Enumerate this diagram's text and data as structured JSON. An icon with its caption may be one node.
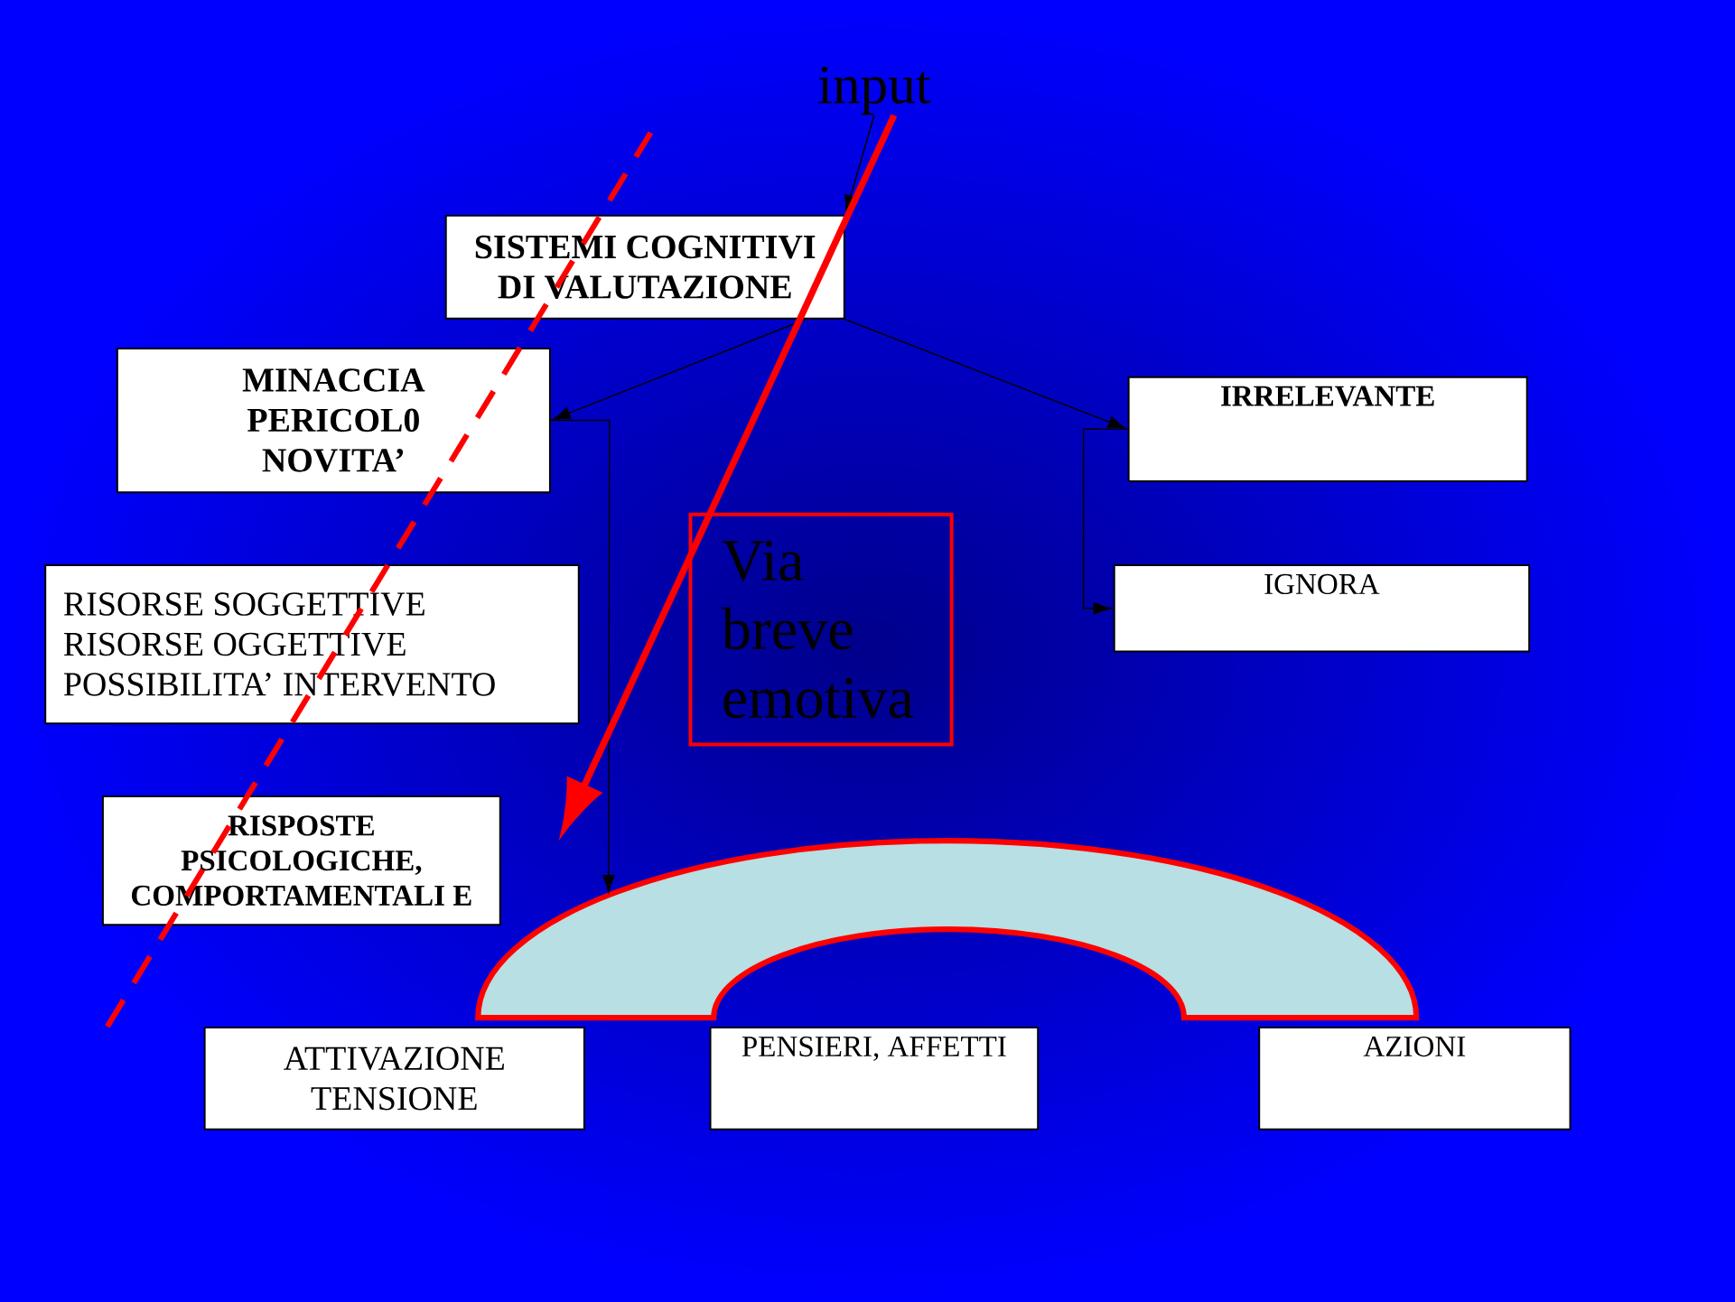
{
  "diagram": {
    "nodes": [
      {
        "text": [
          "input"
        ]
      },
      {
        "text": [
          "SISTEMI COGNITIVI DI VALUTAZIONE"
        ]
      },
      {
        "text": [
          "MINACCIA PERICOL0 NOVITA’"
        ]
      },
      {
        "text": [
          "IRRELEVANTE"
        ]
      },
      {
        "text": [
          "RISORSE SOGGETTIVE",
          "RISORSE OGGETTIVE",
          "POSSIBILITA’ INTERVENTO"
        ]
      },
      {
        "text": [
          "IGNORA"
        ]
      },
      {
        "text": [
          "Via breve emotiva"
        ]
      },
      {
        "text": [
          "RISPOSTE PSICOLOGICHE, COMPORTAMENTALI E"
        ]
      },
      {
        "text": [],
        "shape": "arch"
      },
      {
        "text": [
          "ATTIVAZIONE TENSIONE"
        ]
      },
      {
        "text": [
          "PENSIERI, AFFETTI"
        ]
      },
      {
        "text": [
          "AZIONI"
        ]
      }
    ],
    "edges": [
      {
        "from": 0,
        "to": 1,
        "arrow": "to"
      },
      {
        "from": 1,
        "to": 2,
        "arrow": "to"
      },
      {
        "from": 1,
        "to": 3,
        "arrow": "to"
      },
      {
        "from": 2,
        "to": 8,
        "arrow": "to"
      },
      {
        "from": 3,
        "to": 5,
        "arrow": "to"
      },
      {
        "from": 0,
        "to": null,
        "arrow": "to",
        "style": "thick",
        "color": "#ff0000"
      }
    ]
  }
}
